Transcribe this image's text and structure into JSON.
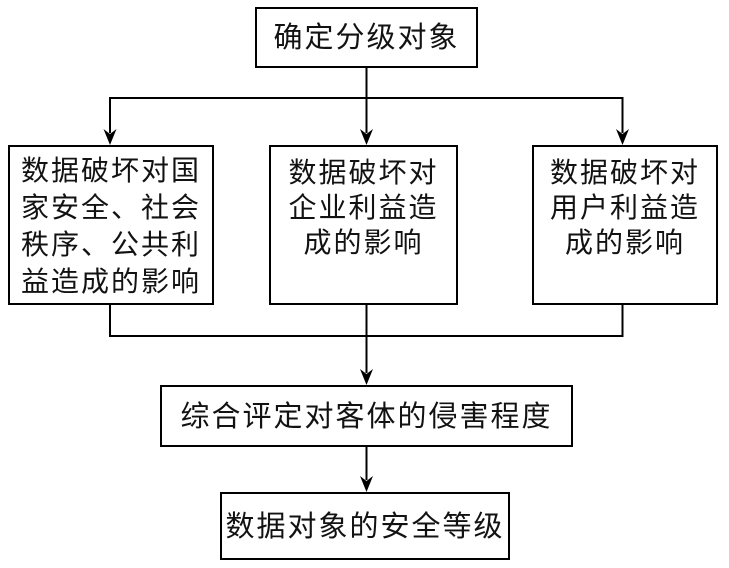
{
  "diagram": {
    "type": "flowchart",
    "direction": "top-down",
    "colors": {
      "background": "#ffffff",
      "box_fill": "#ffffff",
      "line": "#000000",
      "text": "#121212"
    },
    "nodes": {
      "root": {
        "label": "确定分级对象"
      },
      "impact_national": {
        "label": "数据破坏对国\n家安全、社会\n秩序、公共利\n益造成的影响"
      },
      "impact_enterprise": {
        "label": "数据破坏对\n企业利益造\n成的影响"
      },
      "impact_user": {
        "label": "数据破坏对\n用户利益造\n成的影响"
      },
      "assessment": {
        "label": "综合评定对客体的侵害程度"
      },
      "result": {
        "label": "数据对象的安全等级"
      }
    },
    "edges": [
      {
        "from": "root",
        "to": "impact_national"
      },
      {
        "from": "root",
        "to": "impact_enterprise"
      },
      {
        "from": "root",
        "to": "impact_user"
      },
      {
        "from": "impact_national",
        "to": "assessment"
      },
      {
        "from": "impact_enterprise",
        "to": "assessment"
      },
      {
        "from": "impact_user",
        "to": "assessment"
      },
      {
        "from": "assessment",
        "to": "result"
      }
    ]
  }
}
